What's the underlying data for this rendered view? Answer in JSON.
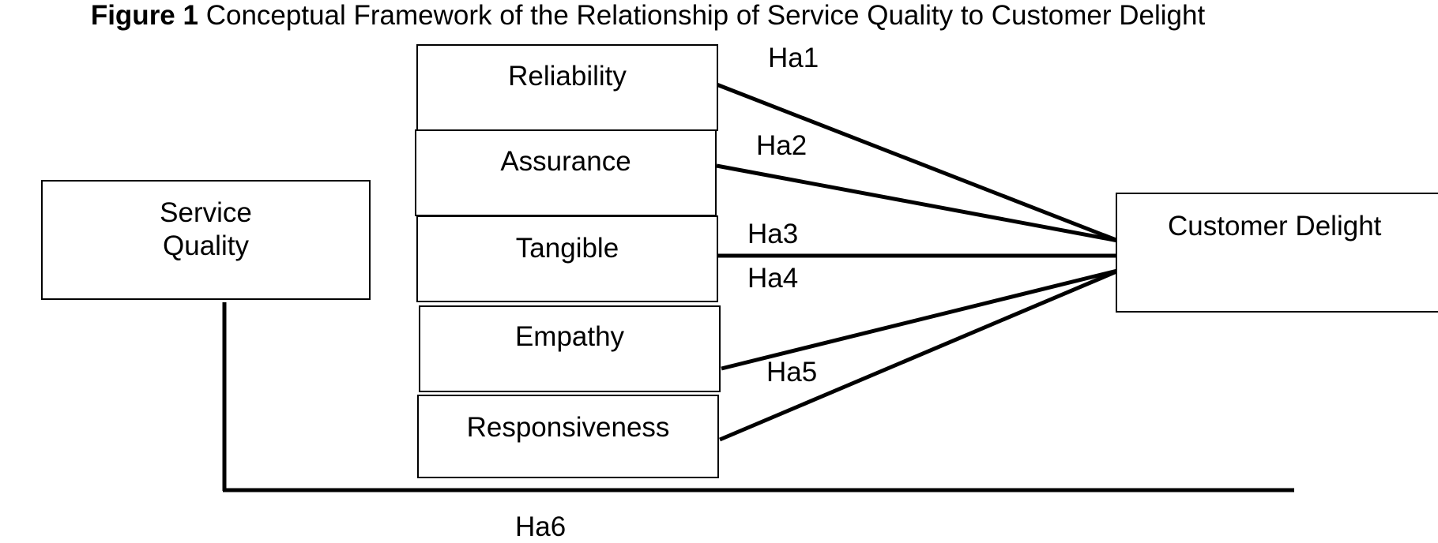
{
  "figure": {
    "label": "Figure 1",
    "caption": "Conceptual Framework of the Relationship of Service Quality to Customer Delight"
  },
  "nodes": {
    "service_quality": [
      "Service",
      "Quality"
    ],
    "reliability": "Reliability",
    "assurance": "Assurance",
    "tangible": "Tangible",
    "empathy": "Empathy",
    "responsiveness": "Responsiveness",
    "customer_delight": "Customer Delight"
  },
  "hypotheses": {
    "ha1": "Ha1",
    "ha2": "Ha2",
    "ha3": "Ha3",
    "ha4": "Ha4",
    "ha5": "Ha5",
    "ha6": "Ha6"
  },
  "colors": {
    "line": "#000000",
    "background": "#ffffff"
  }
}
